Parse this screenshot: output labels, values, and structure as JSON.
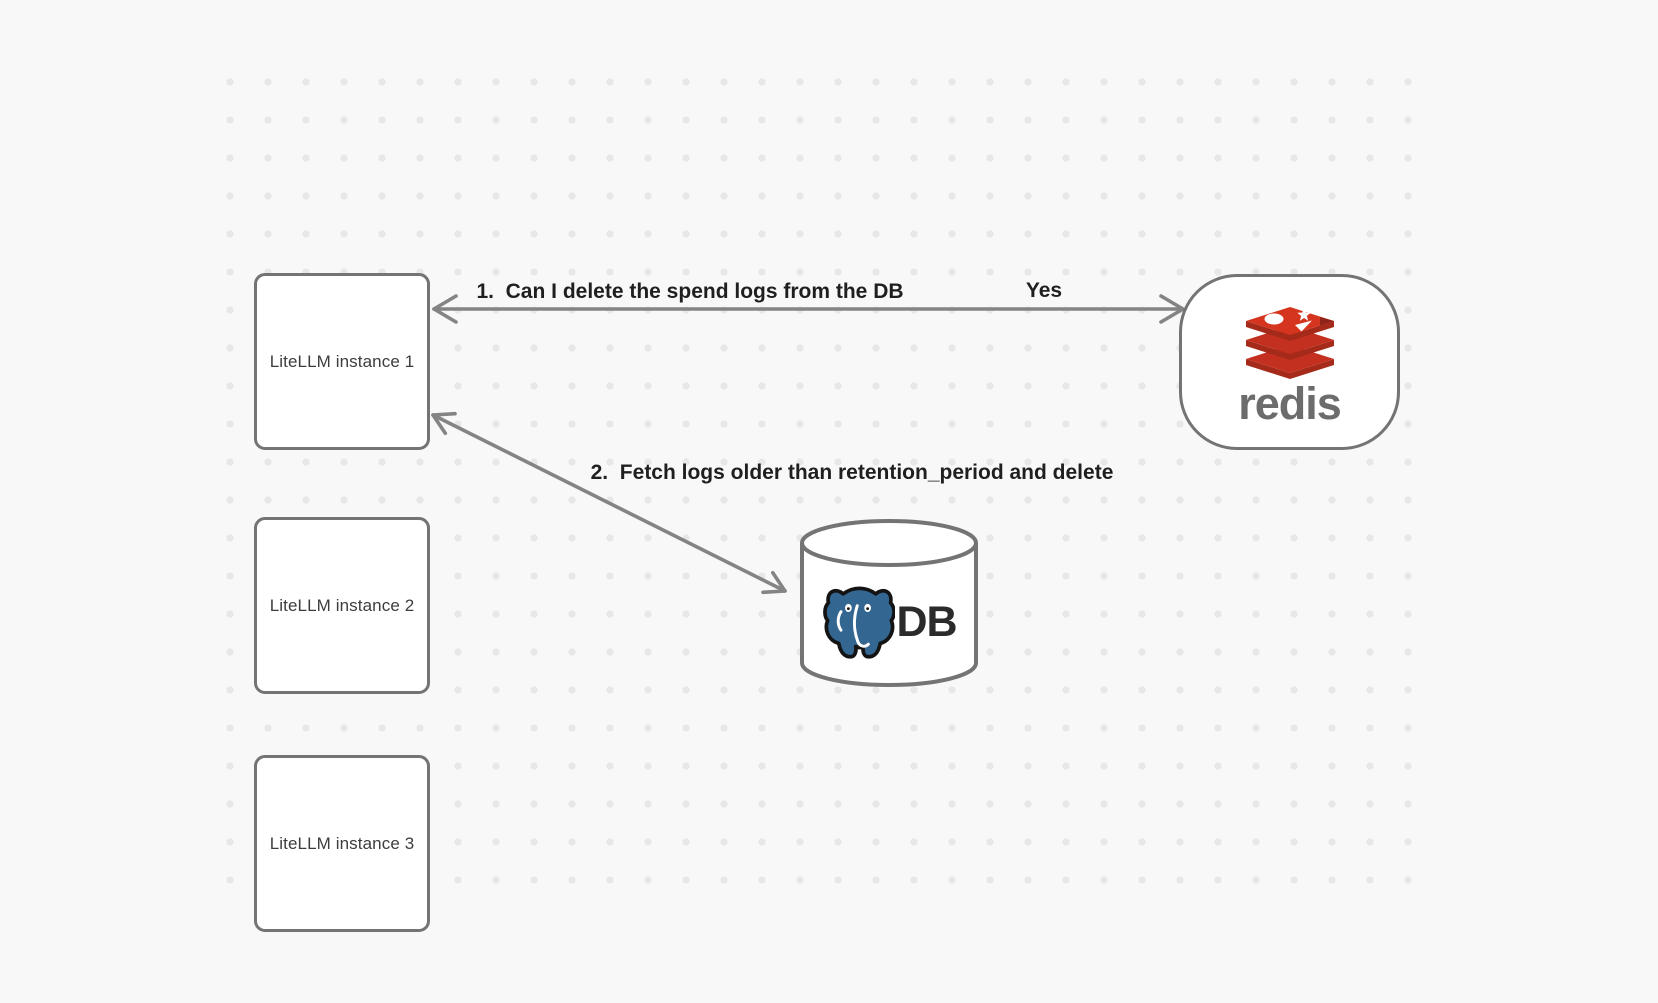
{
  "canvas": {
    "background_color": "#f8f8f8",
    "grid_dot_color": "#e7e7e7"
  },
  "nodes": {
    "instances": [
      {
        "label": "LiteLLM instance 1"
      },
      {
        "label": "LiteLLM instance 2"
      },
      {
        "label": "LiteLLM instance 3"
      }
    ],
    "redis": {
      "wordmark": "redis",
      "icon": "redis-logo",
      "brand_red": "#D5351F",
      "brand_red_dark": "#A52A1A",
      "wordmark_color": "#6c6c6c"
    },
    "database": {
      "label": "DB",
      "icon": "postgresql-logo",
      "postgres_blue": "#336791"
    }
  },
  "arrows": [
    {
      "id": "redis-check",
      "label": "1.  Can I delete the spend logs from the DB",
      "response": "Yes"
    },
    {
      "id": "db-fetch-delete",
      "label": "2.  Fetch logs older than retention_period and delete"
    }
  ],
  "styles": {
    "shape_border_color": "#747474",
    "arrow_color": "#848484",
    "arrow_label_color": "#1f1f1f",
    "node_text_color": "#3d3d3d"
  }
}
